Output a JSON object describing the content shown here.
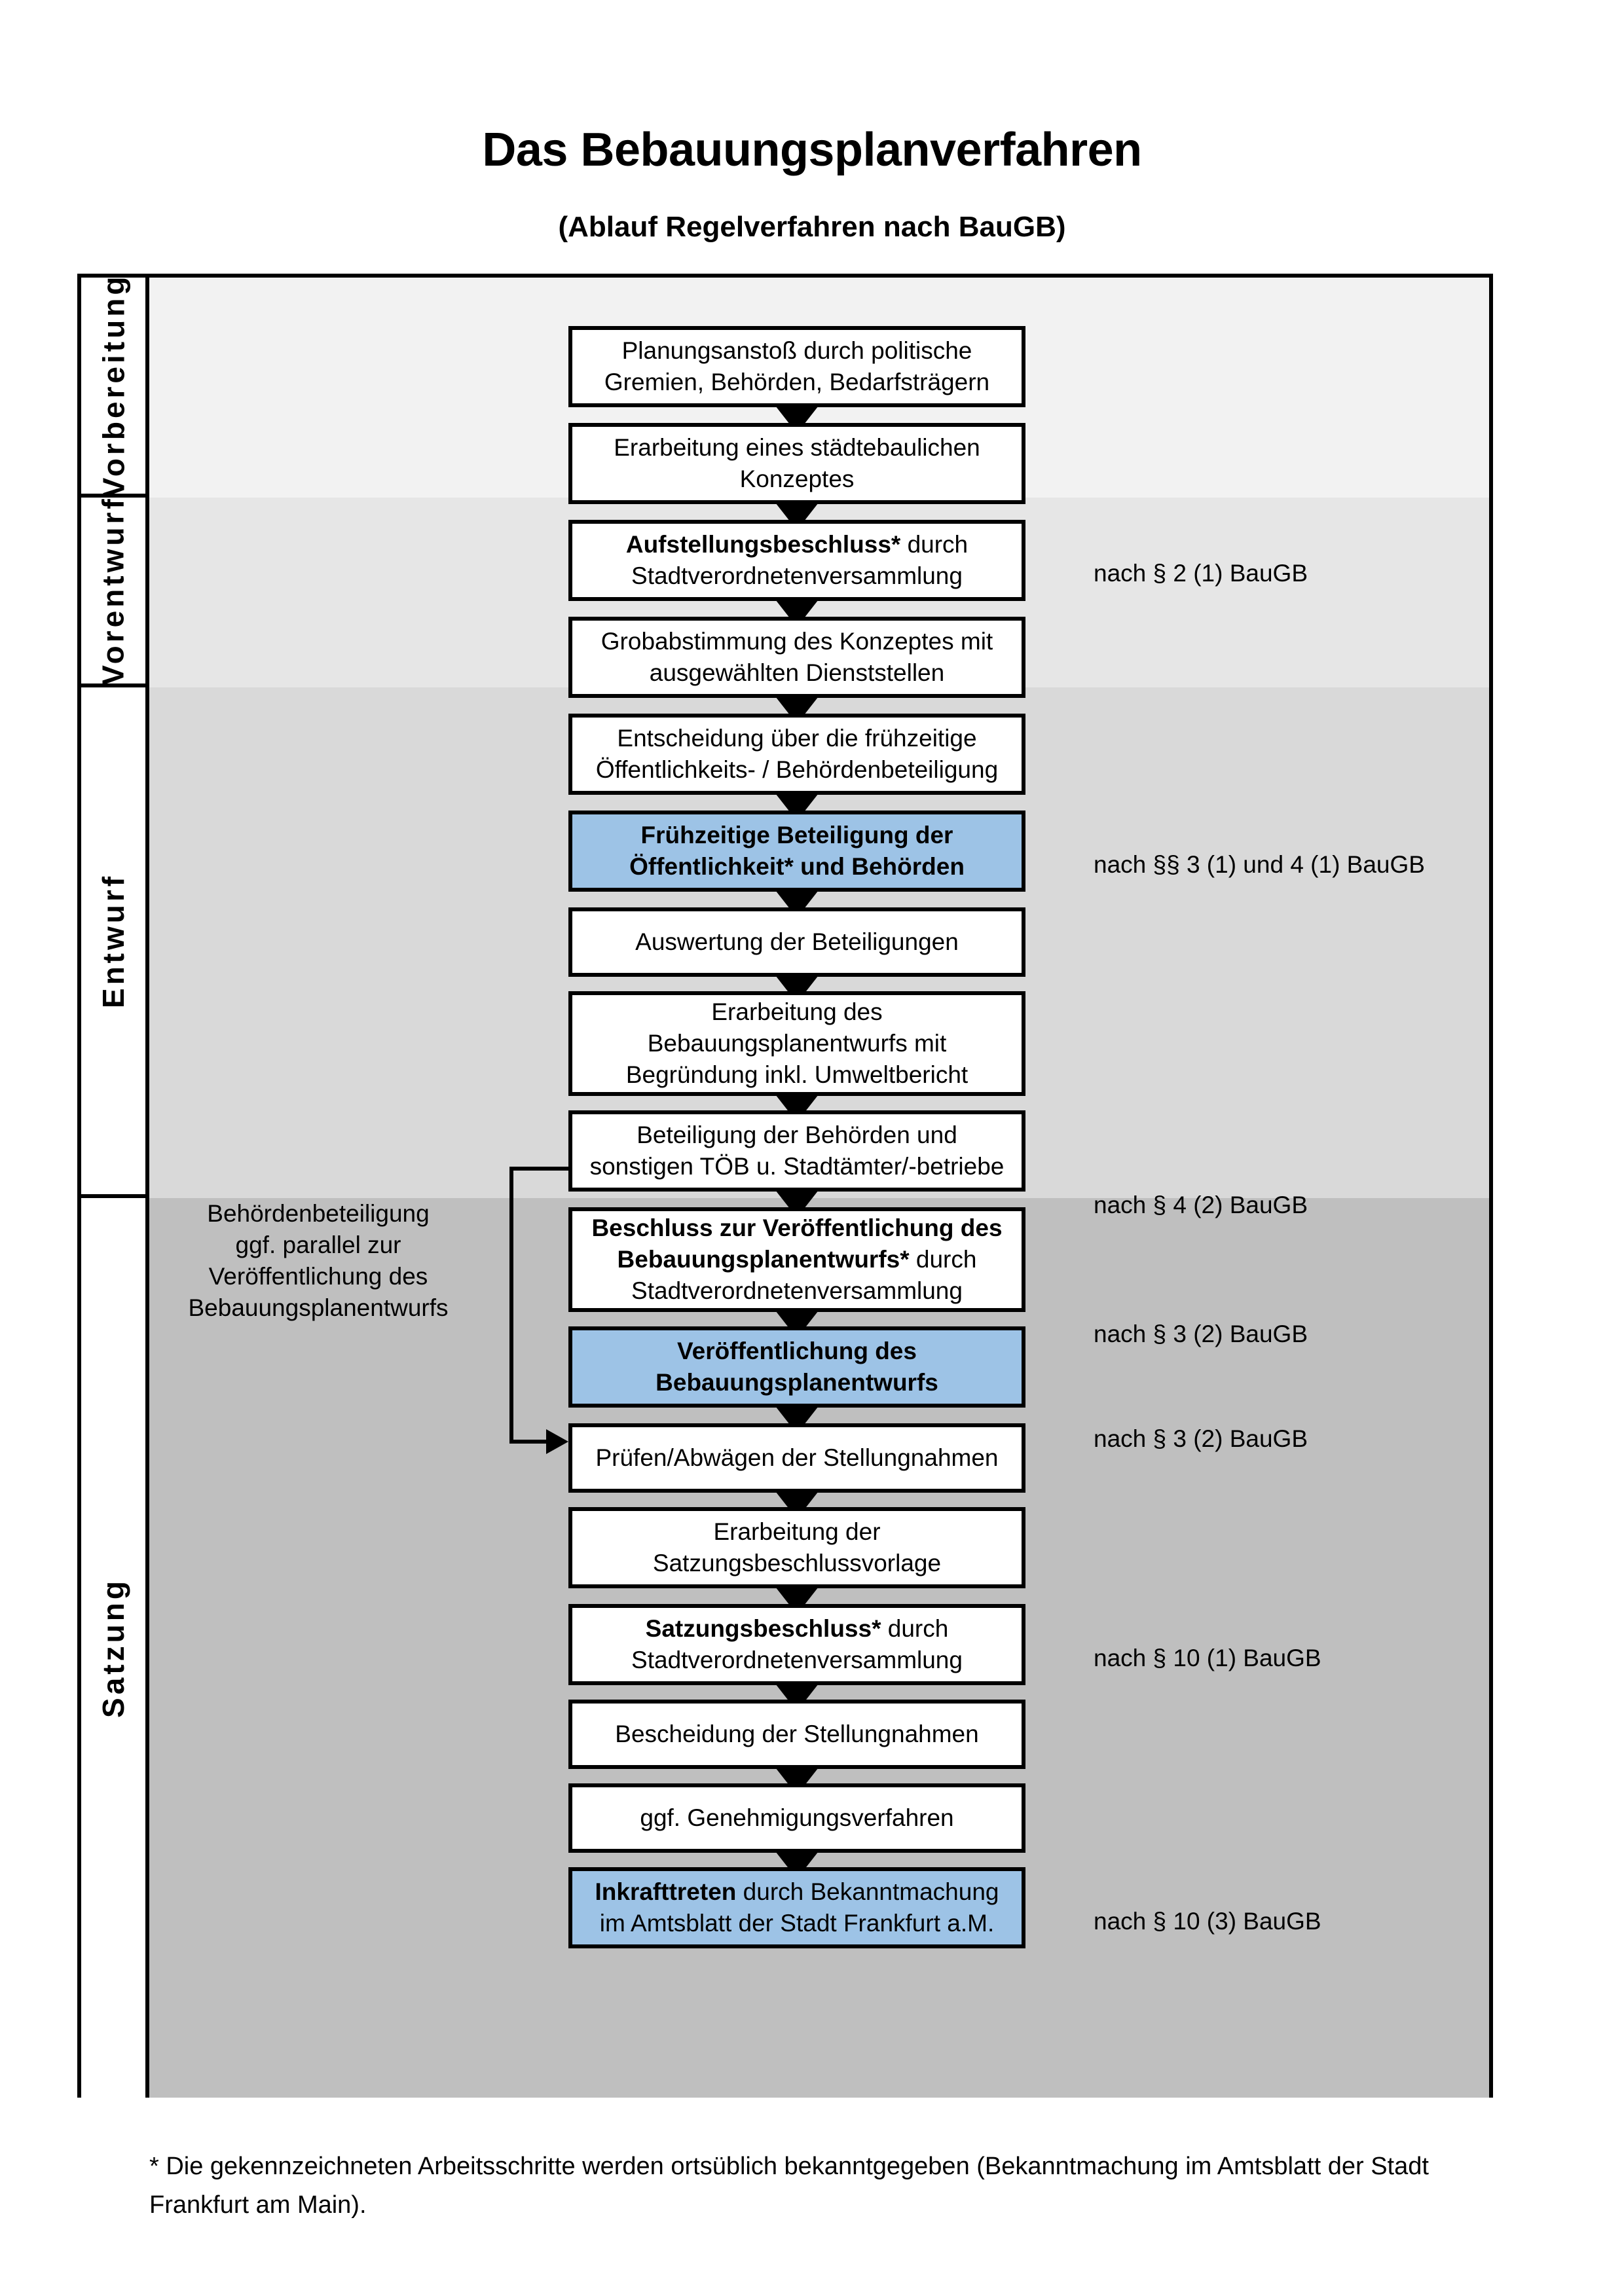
{
  "document": {
    "title": "Das Bebauungsplanverfahren",
    "subtitle": "(Ablauf Regelverfahren nach BauGB)",
    "footnote_line1": "* Die gekennzeichneten Arbeitsschritte werden ortsüblich bekanntgegeben (Bekanntmachung im Amtsblatt  der Stadt",
    "footnote_line2": "Frankfurt am Main)."
  },
  "colors": {
    "highlight_box": "#9DC3E6",
    "band_vorbereitung": "#F2F2F2",
    "band_vorentwurf": "#E6E6E6",
    "band_entwurf": "#D9D9D9",
    "band_satzung": "#BFBFBF",
    "box_border": "#000000",
    "box_fill": "#FFFFFF"
  },
  "phases": [
    {
      "id": "vorbereitung",
      "label": "Vorbereitung",
      "band_color": "#F2F2F2"
    },
    {
      "id": "vorentwurf",
      "label": "Vorentwurf",
      "band_color": "#E6E6E6"
    },
    {
      "id": "entwurf",
      "label": "Entwurf",
      "band_color": "#D9D9D9"
    },
    {
      "id": "satzung",
      "label": "Satzung",
      "band_color": "#BFBFBF"
    }
  ],
  "steps": [
    {
      "id": "planungsanstoss",
      "phase": "vorbereitung",
      "highlighted": false,
      "lines": [
        {
          "text": "Planungsanstoß durch politische",
          "bold": false
        },
        {
          "text": "Gremien, Behörden, Bedarfsträgern",
          "bold": false
        }
      ]
    },
    {
      "id": "staedtebauliches-konzept",
      "phase": "vorbereitung",
      "highlighted": false,
      "lines": [
        {
          "text": "Erarbeitung eines städtebaulichen",
          "bold": false
        },
        {
          "text": "Konzeptes",
          "bold": false
        }
      ]
    },
    {
      "id": "aufstellungsbeschluss",
      "phase": "vorbereitung",
      "highlighted": false,
      "lines": [
        {
          "text": "Aufstellungsbeschluss*",
          "bold": true,
          "suffix": " durch"
        },
        {
          "text": "Stadtverordnetenversammlung",
          "bold": false
        }
      ]
    },
    {
      "id": "grobabstimmung",
      "phase": "vorentwurf",
      "highlighted": false,
      "lines": [
        {
          "text": "Grobabstimmung des Konzeptes mit",
          "bold": false
        },
        {
          "text": "ausgewählten Dienststellen",
          "bold": false
        }
      ]
    },
    {
      "id": "entscheidung-fruehzeitige-beteiligung",
      "phase": "vorentwurf",
      "highlighted": false,
      "lines": [
        {
          "text": "Entscheidung über die frühzeitige",
          "bold": false
        },
        {
          "text": "Öffentlichkeits- / Behördenbeteiligung",
          "bold": false
        }
      ]
    },
    {
      "id": "fruehzeitige-beteiligung",
      "phase": "vorentwurf",
      "highlighted": true,
      "lines": [
        {
          "text": "Frühzeitige Beteiligung der",
          "bold": true
        },
        {
          "text": "Öffentlichkeit* und Behörden",
          "bold": true
        }
      ]
    },
    {
      "id": "auswertung-beteiligungen",
      "phase": "entwurf",
      "highlighted": false,
      "lines": [
        {
          "text": "Auswertung der Beteiligungen",
          "bold": false
        }
      ]
    },
    {
      "id": "erarbeitung-bebauungsplanentwurf",
      "phase": "entwurf",
      "highlighted": false,
      "lines": [
        {
          "text": "Erarbeitung des",
          "bold": false
        },
        {
          "text": "Bebauungsplanentwurfs mit",
          "bold": false
        },
        {
          "text": "Begründung inkl. Umweltbericht",
          "bold": false
        }
      ]
    },
    {
      "id": "beteiligung-behoerden-toeb",
      "phase": "entwurf",
      "highlighted": false,
      "lines": [
        {
          "text": "Beteiligung der Behörden und",
          "bold": false
        },
        {
          "text": "sonstigen TÖB u. Stadtämter/-betriebe",
          "bold": false
        }
      ]
    },
    {
      "id": "beschluss-veroeffentlichung",
      "phase": "entwurf",
      "highlighted": false,
      "lines": [
        {
          "text": "Beschluss zur Veröffentlichung des",
          "bold": true
        },
        {
          "text": "Bebauungsplanentwurfs*",
          "bold": true,
          "suffix": " durch"
        },
        {
          "text": "Stadtverordnetenversammlung",
          "bold": false
        }
      ]
    },
    {
      "id": "veroeffentlichung-bebauungsplanentwurf",
      "phase": "entwurf",
      "highlighted": true,
      "lines": [
        {
          "text": "Veröffentlichung des",
          "bold": true
        },
        {
          "text": "Bebauungsplanentwurfs",
          "bold": true
        }
      ]
    },
    {
      "id": "pruefen-abwaegen",
      "phase": "satzung",
      "highlighted": false,
      "lines": [
        {
          "text": "Prüfen/Abwägen der Stellungnahmen",
          "bold": false
        }
      ]
    },
    {
      "id": "erarbeitung-satzungsbeschlussvorlage",
      "phase": "satzung",
      "highlighted": false,
      "lines": [
        {
          "text": "Erarbeitung der",
          "bold": false
        },
        {
          "text": "Satzungsbeschlussvorlage",
          "bold": false
        }
      ]
    },
    {
      "id": "satzungsbeschluss",
      "phase": "satzung",
      "highlighted": false,
      "lines": [
        {
          "text": "Satzungsbeschluss*",
          "bold": true,
          "suffix": " durch"
        },
        {
          "text": "Stadtverordnetenversammlung",
          "bold": false
        }
      ]
    },
    {
      "id": "bescheidung-stellungnahmen",
      "phase": "satzung",
      "highlighted": false,
      "lines": [
        {
          "text": "Bescheidung der Stellungnahmen",
          "bold": false
        }
      ]
    },
    {
      "id": "genehmigungsverfahren",
      "phase": "satzung",
      "highlighted": false,
      "lines": [
        {
          "text": "ggf. Genehmigungsverfahren",
          "bold": false
        }
      ]
    },
    {
      "id": "inkrafttreten",
      "phase": "satzung",
      "highlighted": true,
      "lines": [
        {
          "text": "Inkrafttreten",
          "bold": true,
          "suffix": " durch Bekanntmachung"
        },
        {
          "text": "im Amtsblatt der Stadt Frankfurt a.M.",
          "bold": false
        }
      ]
    }
  ],
  "legal_refs": [
    {
      "id": "ref-par2-1",
      "text": "nach § 2 (1) BauGB",
      "for_step": "aufstellungsbeschluss"
    },
    {
      "id": "ref-par3-4-1",
      "text": "nach §§ 3 (1) und 4 (1) BauGB",
      "for_step": "fruehzeitige-beteiligung"
    },
    {
      "id": "ref-par4-2",
      "text": "nach § 4 (2) BauGB",
      "for_step": "beteiligung-behoerden-toeb"
    },
    {
      "id": "ref-par3-2-a",
      "text": "nach § 3 (2) BauGB",
      "for_step": "beschluss-veroeffentlichung"
    },
    {
      "id": "ref-par3-2-b",
      "text": "nach § 3 (2) BauGB",
      "for_step": "veroeffentlichung-bebauungsplanentwurf"
    },
    {
      "id": "ref-par10-1",
      "text": "nach § 10 (1) BauGB",
      "for_step": "satzungsbeschluss"
    },
    {
      "id": "ref-par10-3",
      "text": "nach § 10 (3) BauGB",
      "for_step": "inkrafttreten"
    }
  ],
  "side_note": {
    "id": "behoerdenbeteiligung-parallel-note",
    "lines": [
      "Behördenbeteiligung",
      "ggf. parallel zur",
      "Veröffentlichung des",
      "Bebauungsplanentwurfs"
    ]
  }
}
